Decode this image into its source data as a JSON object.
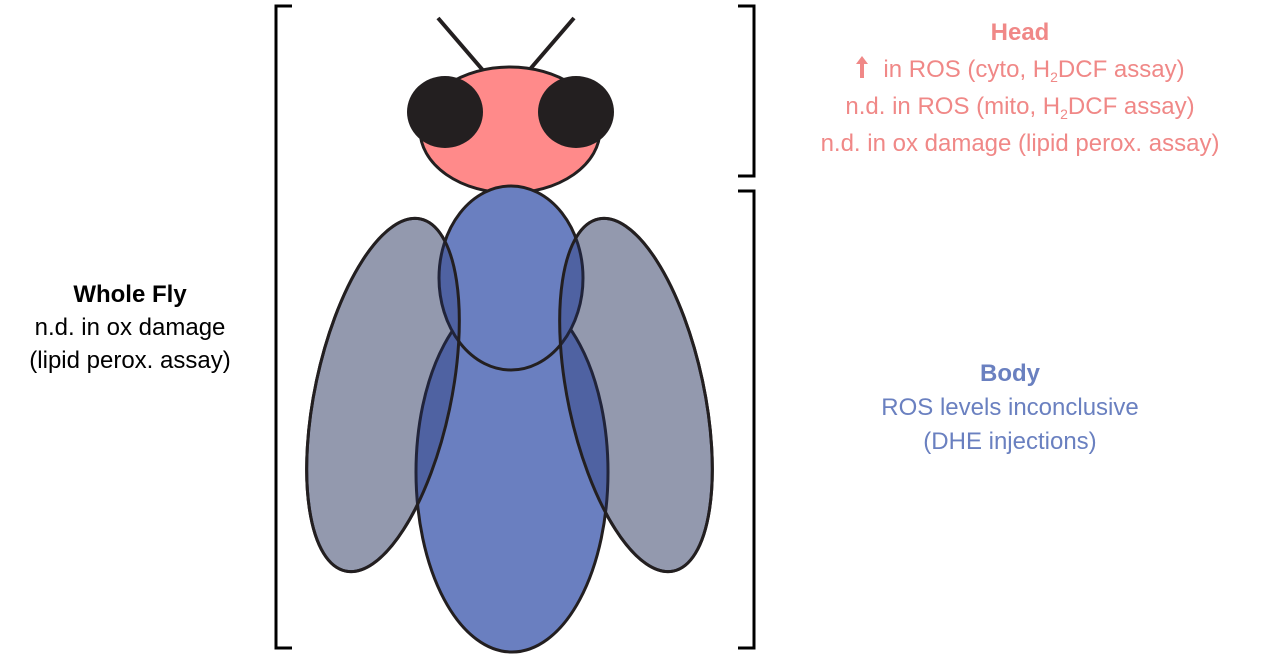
{
  "whole_fly": {
    "title": "Whole Fly",
    "line1": "n.d. in ox damage",
    "line2": "(lipid perox. assay)"
  },
  "head": {
    "title": "Head",
    "line1_text": "in ROS (cyto, H",
    "line1_sub": "2",
    "line1_end": "DCF assay)",
    "line2_text": "n.d. in ROS (mito, H",
    "line2_sub": "2",
    "line2_end": "DCF assay)",
    "line3": "n.d. in ox damage (lipid perox. assay)",
    "arrow_icon": "up-arrow-icon"
  },
  "body": {
    "title": "Body",
    "line1": "ROS levels inconclusive",
    "line2": "(DHE injections)"
  },
  "colors": {
    "head": "#ff8a8a",
    "head_text": "#f08887",
    "body": "#6a7fc0",
    "body_text": "#6a80c0",
    "wing": "#d3d3d3",
    "eye": "#231f20"
  }
}
